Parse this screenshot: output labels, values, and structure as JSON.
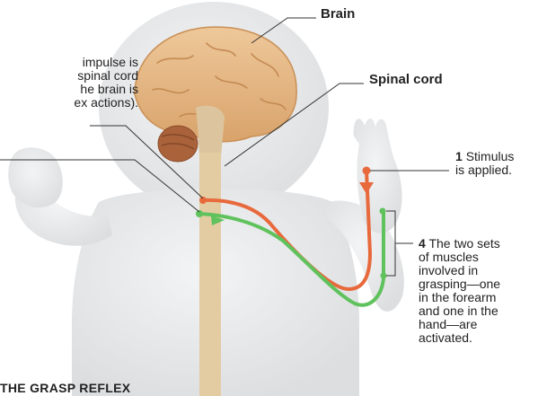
{
  "labels": {
    "brain": "Brain",
    "spinal_cord": "Spinal cord",
    "impulse_lines": [
      "impulse is",
      "spinal cord",
      "he brain is",
      "ex actions)."
    ],
    "stimulus": {
      "number": "1",
      "lines": [
        "Stimulus",
        "is applied."
      ]
    },
    "muscles": {
      "number": "4",
      "lines": [
        "The two sets",
        "of muscles",
        "involved in",
        "grasping—one",
        "in the forearm",
        "and one in the",
        "hand—are",
        "activated."
      ]
    },
    "title": "THE GRASP REFLEX"
  },
  "colors": {
    "body_fill": "#e9eaeb",
    "brain_fill": "#e7b784",
    "spinal_cord_fill": "#e3cca2",
    "sensory_path": "#e8693c",
    "motor_path": "#5fc25c",
    "leader_line": "#333333"
  }
}
